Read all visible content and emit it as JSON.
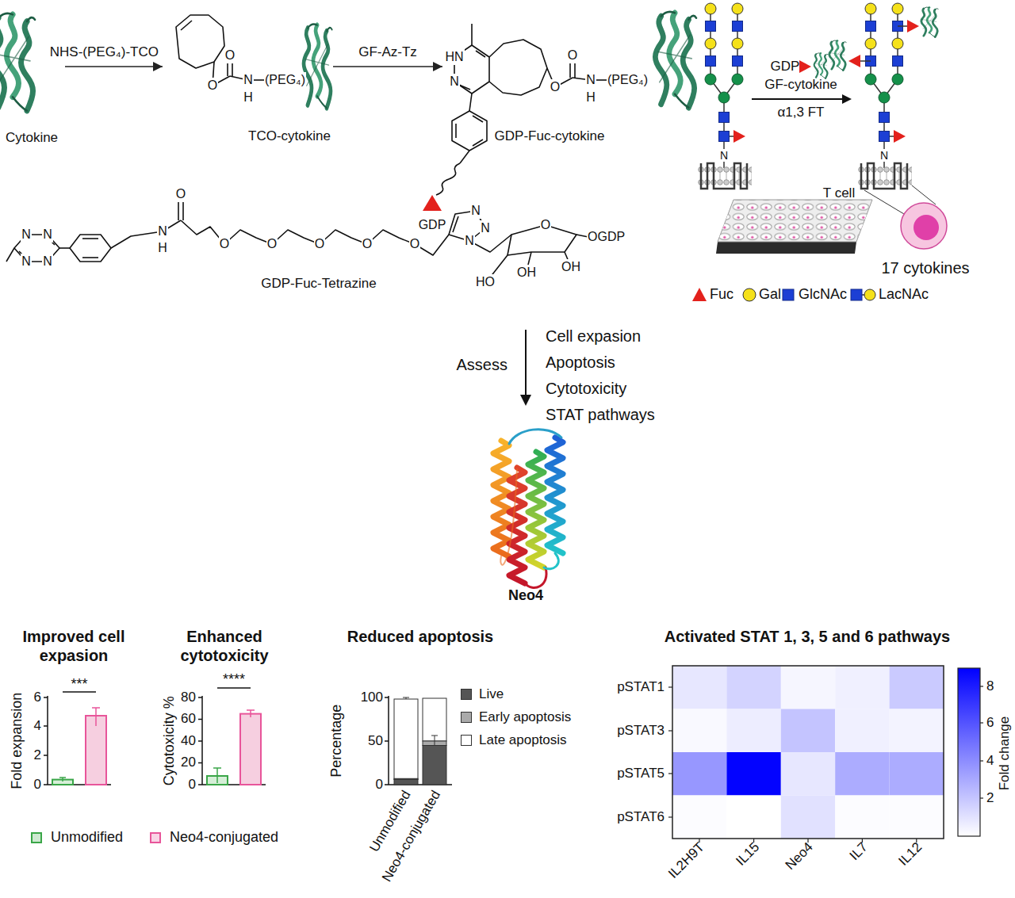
{
  "diagram": {
    "nodes": [
      {
        "text": [
          "Cytokine"
        ]
      },
      {
        "text": [
          "TCO-cytokine"
        ]
      },
      {
        "text": [
          "GDP-Fuc-cytokine"
        ]
      },
      {
        "text": [
          "Neo4"
        ]
      }
    ],
    "edges": [
      {
        "from": 0,
        "to": 1,
        "arrow": "to",
        "label": "NHS-(PEG₄)-TCO"
      },
      {
        "from": 1,
        "to": 2,
        "arrow": "to",
        "label": "GF-Az-Tz"
      }
    ],
    "labels": [
      "O",
      "O",
      "N",
      "H",
      "(PEG₄)",
      "HN",
      "N",
      "O",
      "O",
      "N",
      "H",
      "(PEG₄)",
      "GDP",
      "N",
      "N",
      "N",
      "N",
      "N",
      "H",
      "O",
      "O",
      "O",
      "O",
      "O",
      "O",
      "N",
      "N",
      "N",
      "O",
      "OGDP",
      "OH",
      "OH",
      "HO",
      "GDP-Fuc-Tetrazine",
      "N",
      "N",
      "GDP",
      "GF-cytokine",
      "α1,3 FT",
      "T cell",
      "17 cytokines",
      "Assess",
      "Cell expasion",
      "Apoptosis",
      "Cytotoxicity",
      "STAT pathways",
      "Improved cell expasion",
      "Fold expansion",
      "0",
      "2",
      "4",
      "6",
      "***",
      "Enhanced cytotoxicity",
      "Cytotoxicity %",
      "0",
      "20",
      "40",
      "60",
      "80",
      "****",
      "Reduced apoptosis",
      "Percentage",
      "0",
      "50",
      "100",
      "Unmodified",
      "Neo4-conjugated",
      "Activated STAT 1, 3, 5 and 6 pathways",
      "pSTAT1",
      "pSTAT3",
      "pSTAT5",
      "pSTAT6",
      "IL2H9T",
      "IL15",
      "Neo4",
      "IL7",
      "IL12",
      "2",
      "4",
      "6",
      "8",
      "Fold change"
    ],
    "legend": [
      {
        "text": "Fuc"
      },
      {
        "text": "Gal"
      },
      {
        "text": "GlcNAc"
      },
      {
        "text": "LacNAc"
      },
      {
        "text": "Unmodified",
        "color": "#3aa648"
      },
      {
        "text": "Neo4-conjugated",
        "color": "#e8559a"
      },
      {
        "text": "Live",
        "color": "#555555"
      },
      {
        "text": "Early apoptosis",
        "color": "#aaaaaa"
      },
      {
        "text": "Late apoptosis",
        "color": "#ffffff"
      }
    ]
  }
}
